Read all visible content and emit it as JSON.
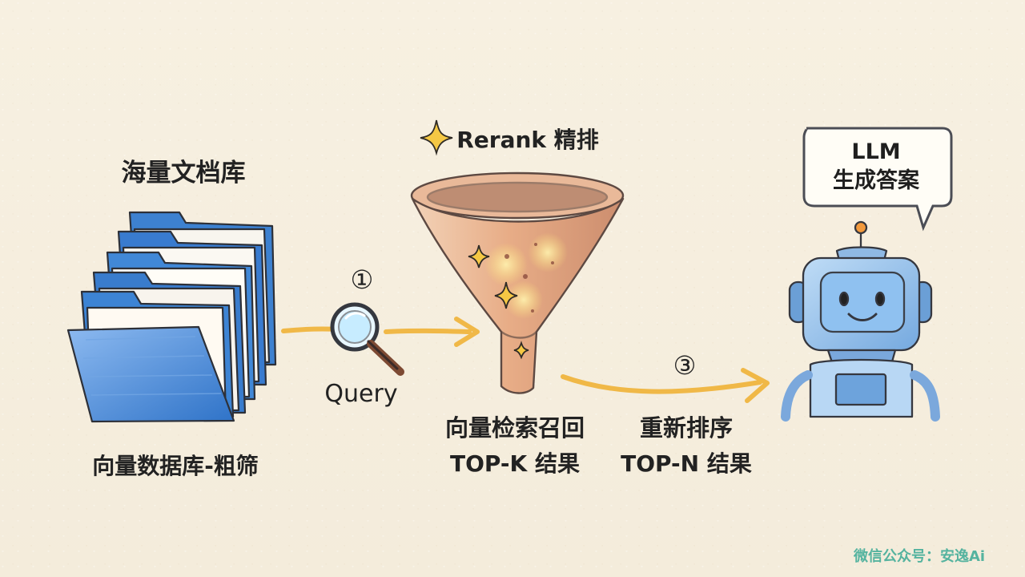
{
  "diagram": {
    "source": {
      "title": "海量文档库",
      "caption": "向量数据库-粗筛"
    },
    "query": {
      "step": "①",
      "label": "Query"
    },
    "rerank": {
      "title": "Rerank 精排",
      "caption_line1": "向量检索召回",
      "caption_line2": "TOP-K 结果"
    },
    "rerank_result": {
      "step": "③",
      "caption_line1": "重新排序",
      "caption_line2": "TOP-N 结果"
    },
    "llm": {
      "line1": "LLM",
      "line2": "生成答案"
    },
    "watermark": "微信公众号：安逸Ai"
  },
  "colors": {
    "background": "#f6efdf",
    "folder_blue": "#4e8fd6",
    "arrow_gold": "#f0b847",
    "funnel": "#e7b08f",
    "robot_blue": "#9ec7ef",
    "text": "#222222"
  },
  "icons": {
    "source": "folder-stack-icon",
    "query": "magnifier-icon",
    "rerank": "funnel-icon",
    "sparkle": "sparkle-icon",
    "llm": "robot-icon"
  }
}
